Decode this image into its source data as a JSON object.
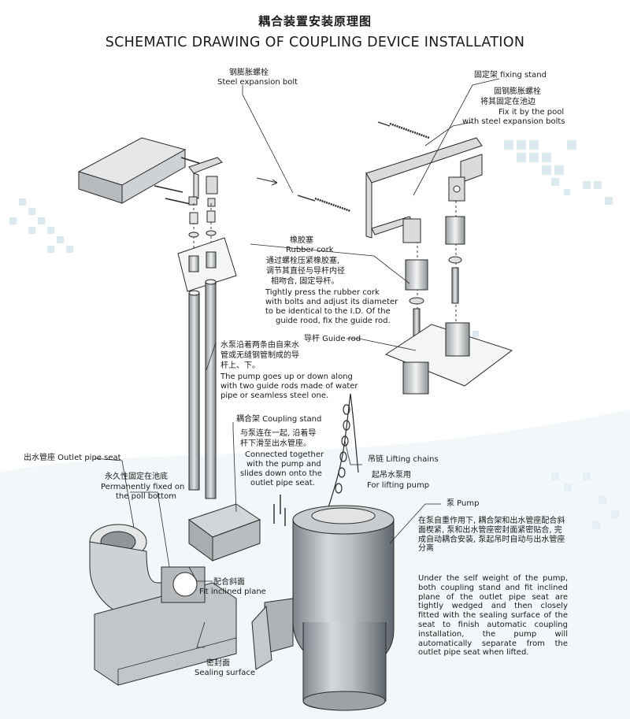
{
  "title_zh": "耦合装置安装原理图",
  "title_en": "SCHEMATIC DRAWING OF COUPLING DEVICE INSTALLATION",
  "labels": {
    "steel_bolt_zh": "钢膨胀螺栓",
    "steel_bolt_en": "Steel expansion bolt",
    "fixing_stand": "固定架 fixing stand",
    "fix_pool_zh1": "固钢膨胀螺栓",
    "fix_pool_zh2": "将其固定在池边",
    "fix_pool_en1": "Fix it by the pool",
    "fix_pool_en2": "with steel expansion bolts",
    "rubber_zh": "橡胶塞",
    "rubber_en": "Rubber cork",
    "rubber_desc_zh1": "通过螺栓压紧橡胶塞,",
    "rubber_desc_zh2": "调节其直径与导杆内径",
    "rubber_desc_zh3": "相吻合, 固定导杆。",
    "rubber_desc_en1": "Tightly press the rubber cork",
    "rubber_desc_en2": "with bolts and adjust its diameter",
    "rubber_desc_en3": "to be identical to the I.D. Of the",
    "rubber_desc_en4": "guide rood, fix the guide rod.",
    "guide_rod": "导杆 Guide rod",
    "pump_moves_zh1": "水泵沿着两条由自来水",
    "pump_moves_zh2": "管或无缝钢管制成的导",
    "pump_moves_zh3": "杆上、下。",
    "pump_moves_en1": "The pump goes up or down along",
    "pump_moves_en2": "with two guide rods made of water",
    "pump_moves_en3": "pipe or seamless steel one.",
    "coupling_stand": "耦合架 Coupling stand",
    "coupling_zh1": "与泵连在一起, 沿着导",
    "coupling_zh2": "杆下滑至出水管座。",
    "coupling_en1": "Connected together",
    "coupling_en2": "with the pump and",
    "coupling_en3": "slides down onto the",
    "coupling_en4": "outlet pipe seat.",
    "outlet_seat": "出水管座 Outlet pipe seat",
    "perm_zh": "永久性固定在池底",
    "perm_en1": "Permanently fixed on",
    "perm_en2": "the poll bottom",
    "chains": "吊链 Lifting chains",
    "lifting_zh": "起吊水泵用",
    "lifting_en": "For lifting pump",
    "pump": "泵 Pump",
    "weight_zh": "在泵自重作用下, 耦合架和出水管座配合斜面楔紧, 泵和出水管座密封面紧密贴合, 完成自动耦合安装, 泵起吊时自动与出水管座分离",
    "weight_en": "Under the self weight of the pump, both coupling stand and fit inclined plane of the outlet pipe seat are tightly wedged and then closely fitted with the sealing surface of the seat to finish automatic coupling installation, the pump will automatically separate from the outlet pipe seat when lifted.",
    "incline_zh": "配合斜面",
    "incline_en": "Fit inclined plane",
    "seal_zh": "密封面",
    "seal_en": "Sealing surface"
  },
  "colors": {
    "line": "#2a2a2a",
    "accent_bg": "#cfe3ea"
  }
}
